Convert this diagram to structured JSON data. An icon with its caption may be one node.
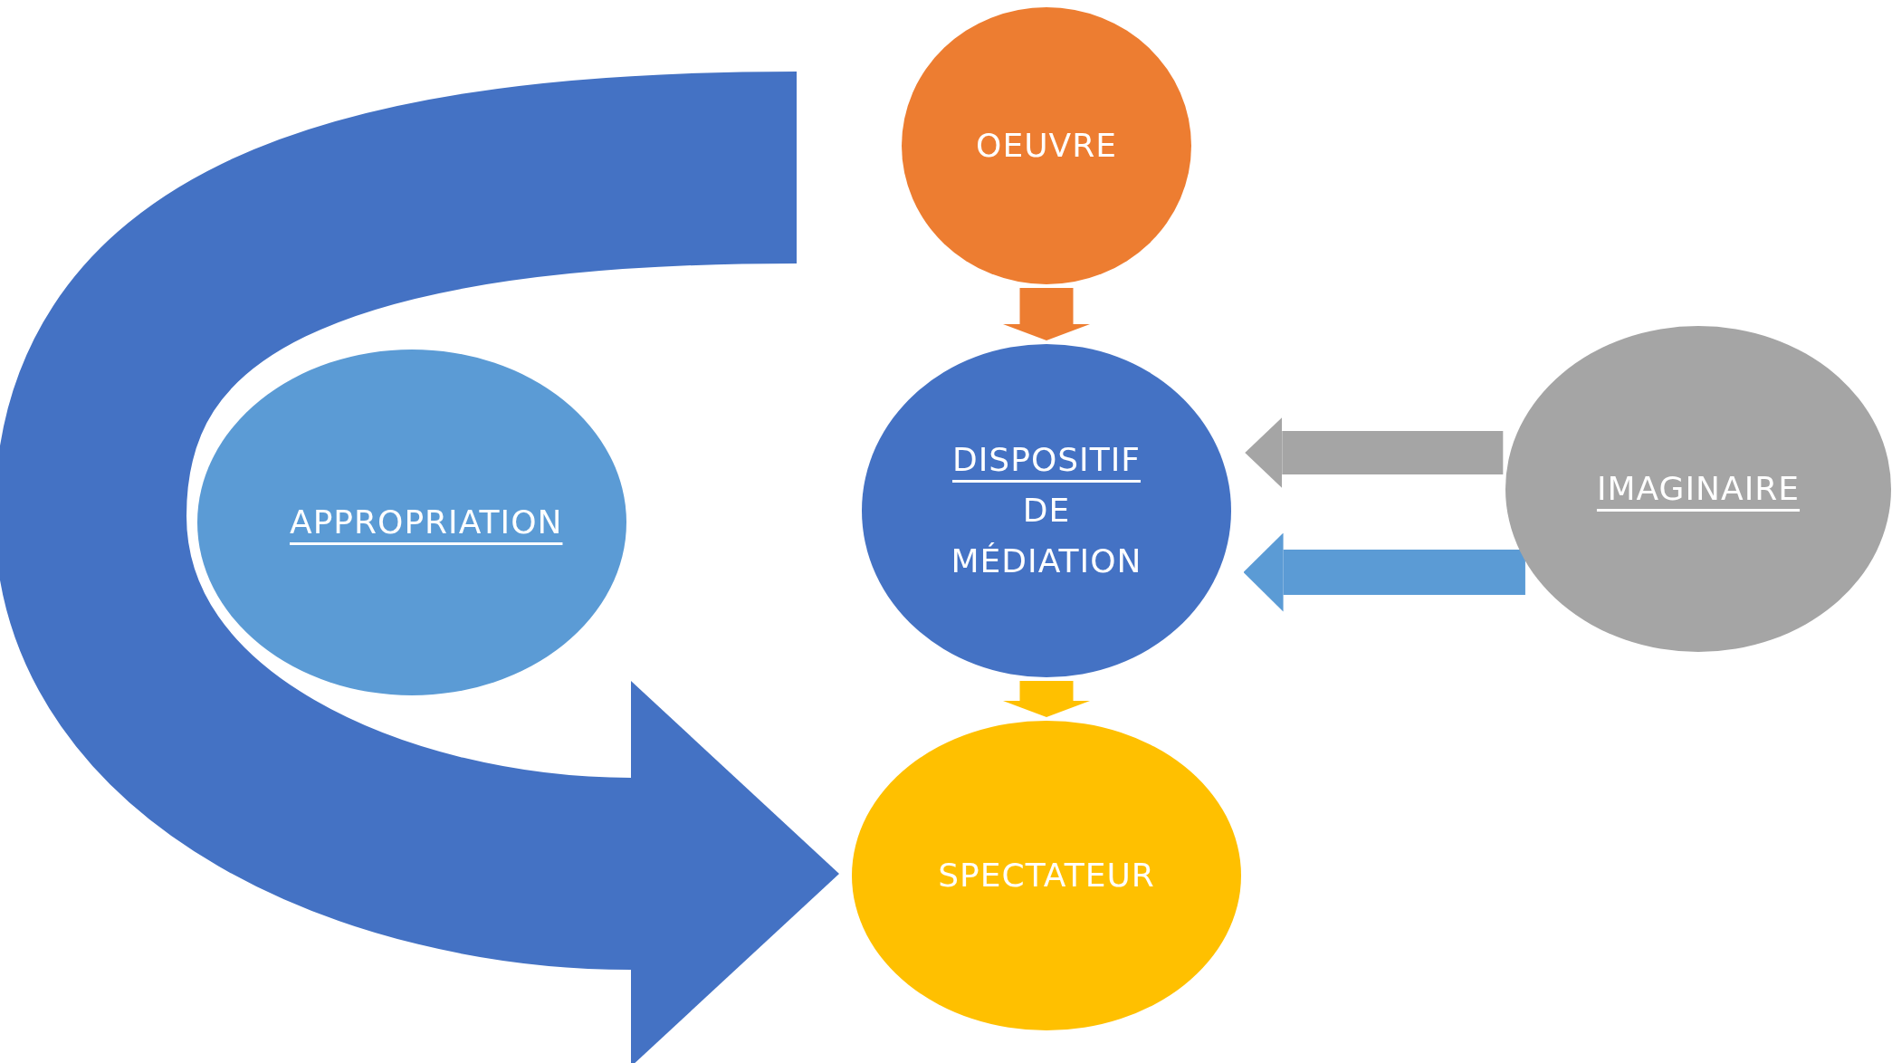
{
  "diagram": {
    "nodes": [
      {
        "text": [
          "OEUVRE"
        ]
      },
      {
        "text": [
          "DISPOSITIF",
          "DE MÉDIATION"
        ]
      },
      {
        "text": [
          "IMAGINAIRE"
        ]
      },
      {
        "text": [
          "APPROPRIATION"
        ]
      },
      {
        "text": [
          "SPECTATEUR"
        ]
      }
    ],
    "edges": [
      {
        "from": 0,
        "to": 1,
        "arrow": "to",
        "color": "#ed7d31"
      },
      {
        "from": 1,
        "to": 4,
        "arrow": "to",
        "color": "#ffc000"
      },
      {
        "from": 2,
        "to": 1,
        "arrow": "to",
        "color": "#a5a5a5"
      },
      {
        "from": 2,
        "to": 1,
        "arrow": "to",
        "color": "#5b9bd5"
      },
      {
        "from": null,
        "to": 4,
        "arrow": "to",
        "style": "thick",
        "color": "#4472c4"
      }
    ]
  }
}
